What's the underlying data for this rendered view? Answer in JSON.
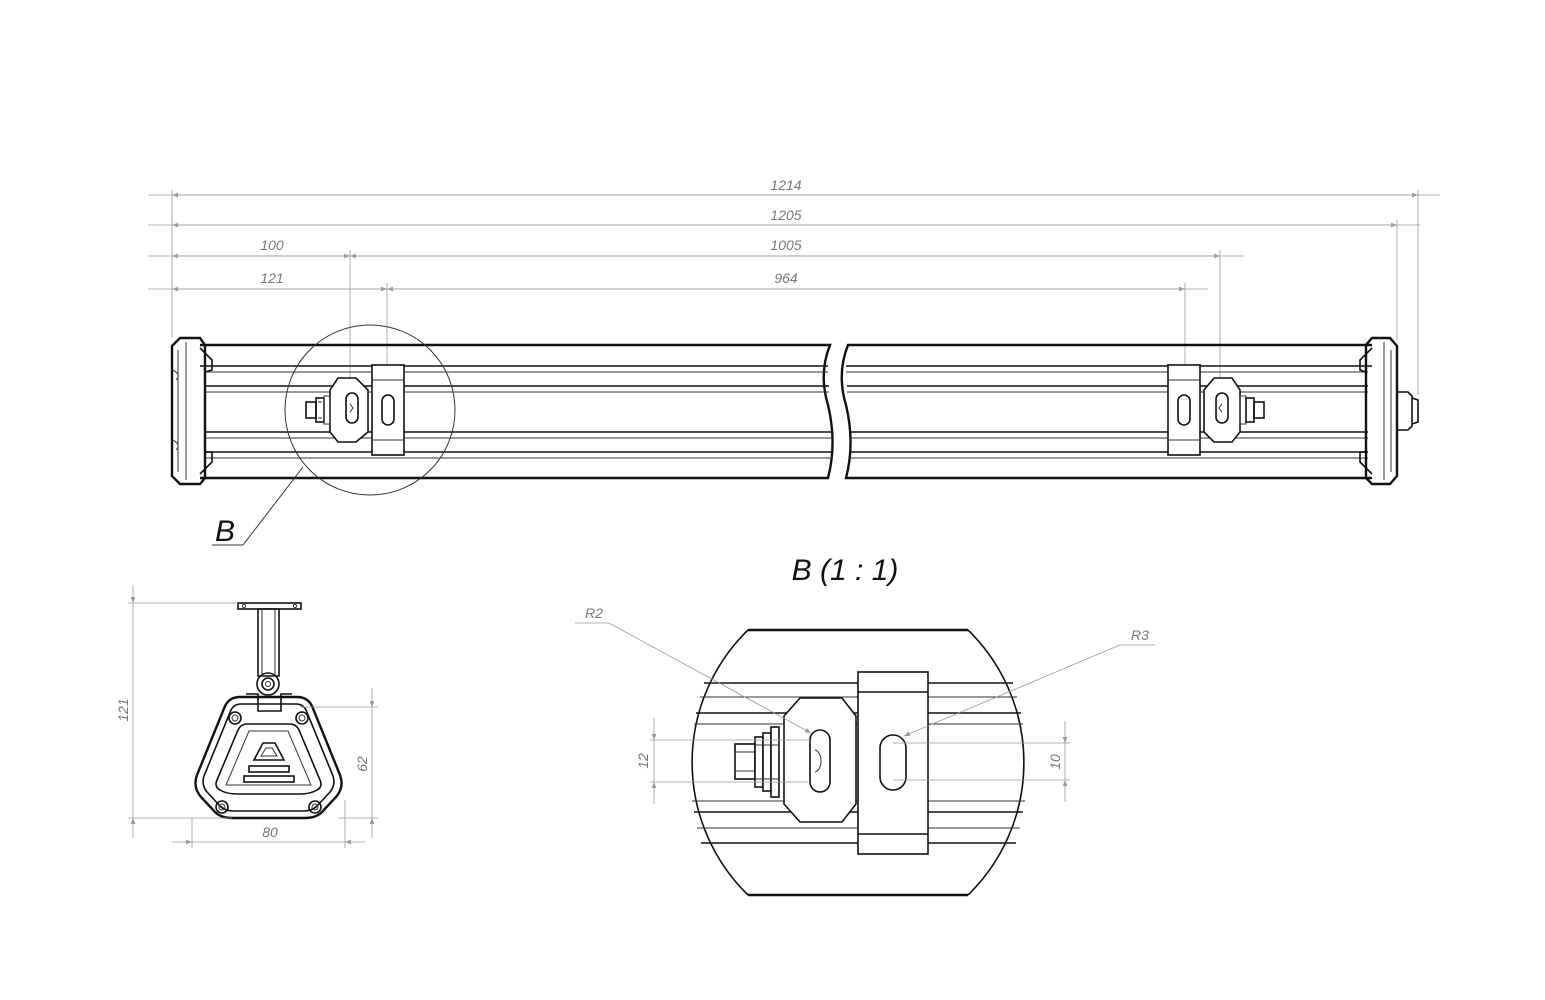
{
  "dimensions": {
    "overall_length": "1214",
    "body_length": "1205",
    "mount_offset_a": "100",
    "mount_span_a": "1005",
    "mount_offset_b": "121",
    "mount_span_b": "964",
    "side_height": "121",
    "side_body_height": "62",
    "side_width": "80",
    "detail_slot_height": "12",
    "detail_slot_width": "10",
    "detail_radius_a": "R2",
    "detail_radius_b": "R3"
  },
  "labels": {
    "detail_callout": "B",
    "detail_title": "B (1 : 1)"
  },
  "colors": {
    "line": "#111111",
    "dimension": "#9a9a9a",
    "dimension_text": "#777777"
  }
}
